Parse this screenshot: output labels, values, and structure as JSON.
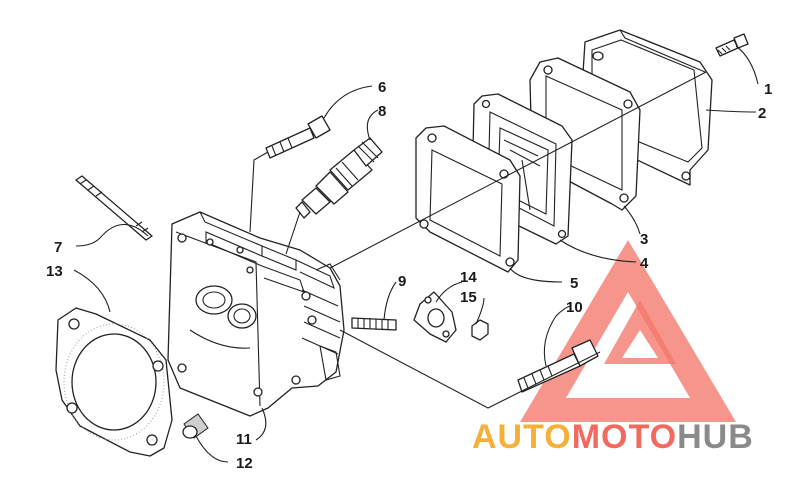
{
  "callouts": [
    {
      "id": "1",
      "text": "1",
      "name": "callout-1"
    },
    {
      "id": "2",
      "text": "2",
      "name": "callout-2"
    },
    {
      "id": "3",
      "text": "3",
      "name": "callout-3"
    },
    {
      "id": "4",
      "text": "4",
      "name": "callout-4"
    },
    {
      "id": "5",
      "text": "5",
      "name": "callout-5"
    },
    {
      "id": "6",
      "text": "6",
      "name": "callout-6"
    },
    {
      "id": "7",
      "text": "7",
      "name": "callout-7"
    },
    {
      "id": "8",
      "text": "8",
      "name": "callout-8"
    },
    {
      "id": "9",
      "text": "9",
      "name": "callout-9"
    },
    {
      "id": "10",
      "text": "10",
      "name": "callout-10"
    },
    {
      "id": "11",
      "text": "11",
      "name": "callout-11"
    },
    {
      "id": "12",
      "text": "12",
      "name": "callout-12"
    },
    {
      "id": "13",
      "text": "13",
      "name": "callout-13"
    },
    {
      "id": "14",
      "text": "14",
      "name": "callout-14"
    },
    {
      "id": "15",
      "text": "15",
      "name": "callout-15"
    }
  ],
  "watermark": {
    "part1": "AUTO",
    "part2": "MOTO",
    "part3": "HUB",
    "color_orange": "#f5b03a",
    "color_red": "#f26a5f",
    "color_gray": "#8a8a8a"
  }
}
